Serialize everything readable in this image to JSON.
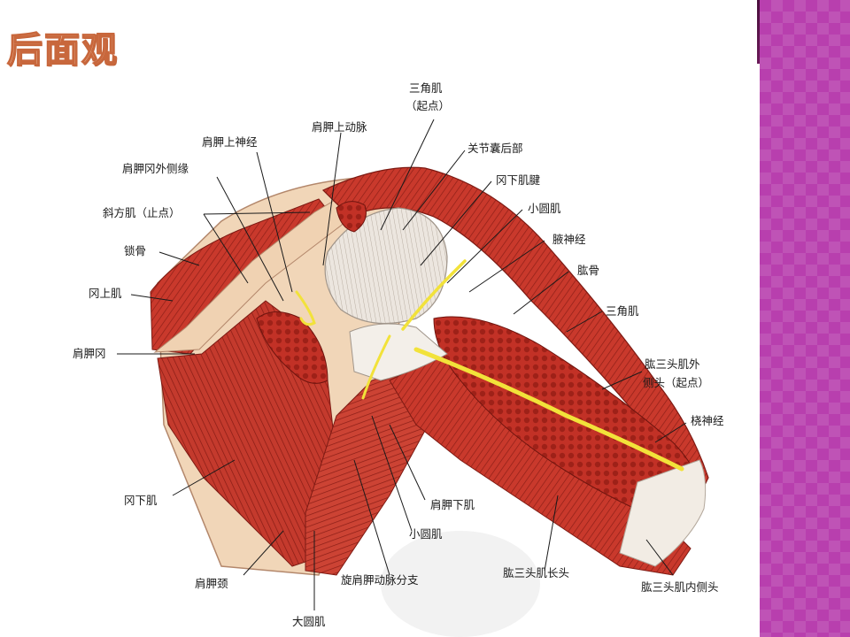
{
  "slide": {
    "title": "后面观"
  },
  "labels": {
    "deltoid_origin_1": "三角肌",
    "deltoid_origin_2": "（起点）",
    "suprascapular_artery": "肩胛上动脉",
    "suprascapular_nerve": "肩胛上神经",
    "acromion_lateral_border": "肩胛冈外侧缘",
    "trapezius_insertion": "斜方肌（止点）",
    "clavicle": "锁骨",
    "supraspinatus": "冈上肌",
    "scapular_spine": "肩胛冈",
    "infraspinatus": "冈下肌",
    "scapular_neck": "肩胛颈",
    "teres_major": "大圆肌",
    "capsule_posterior": "关节囊后部",
    "infraspinatus_tendon": "冈下肌腱",
    "teres_minor_top": "小圆肌",
    "axillary_nerve": "腋神经",
    "humerus": "肱骨",
    "deltoid": "三角肌",
    "triceps_lateral_1": "肱三头肌外",
    "triceps_lateral_2": "侧头（起点）",
    "radial_nerve": "桡神经",
    "subscapularis": "肩胛下肌",
    "teres_minor_bottom": "小圆肌",
    "circumflex_scapular": "旋肩胛动脉分支",
    "triceps_long": "肱三头肌长头",
    "triceps_medial": "肱三头肌内侧头"
  },
  "colors": {
    "muscle": "#c0392b",
    "muscle_dark": "#8e1f17",
    "bone": "#f1d6b8",
    "tendon": "#e8e2da",
    "nerve": "#f2e23a",
    "band": "#b83fae"
  }
}
